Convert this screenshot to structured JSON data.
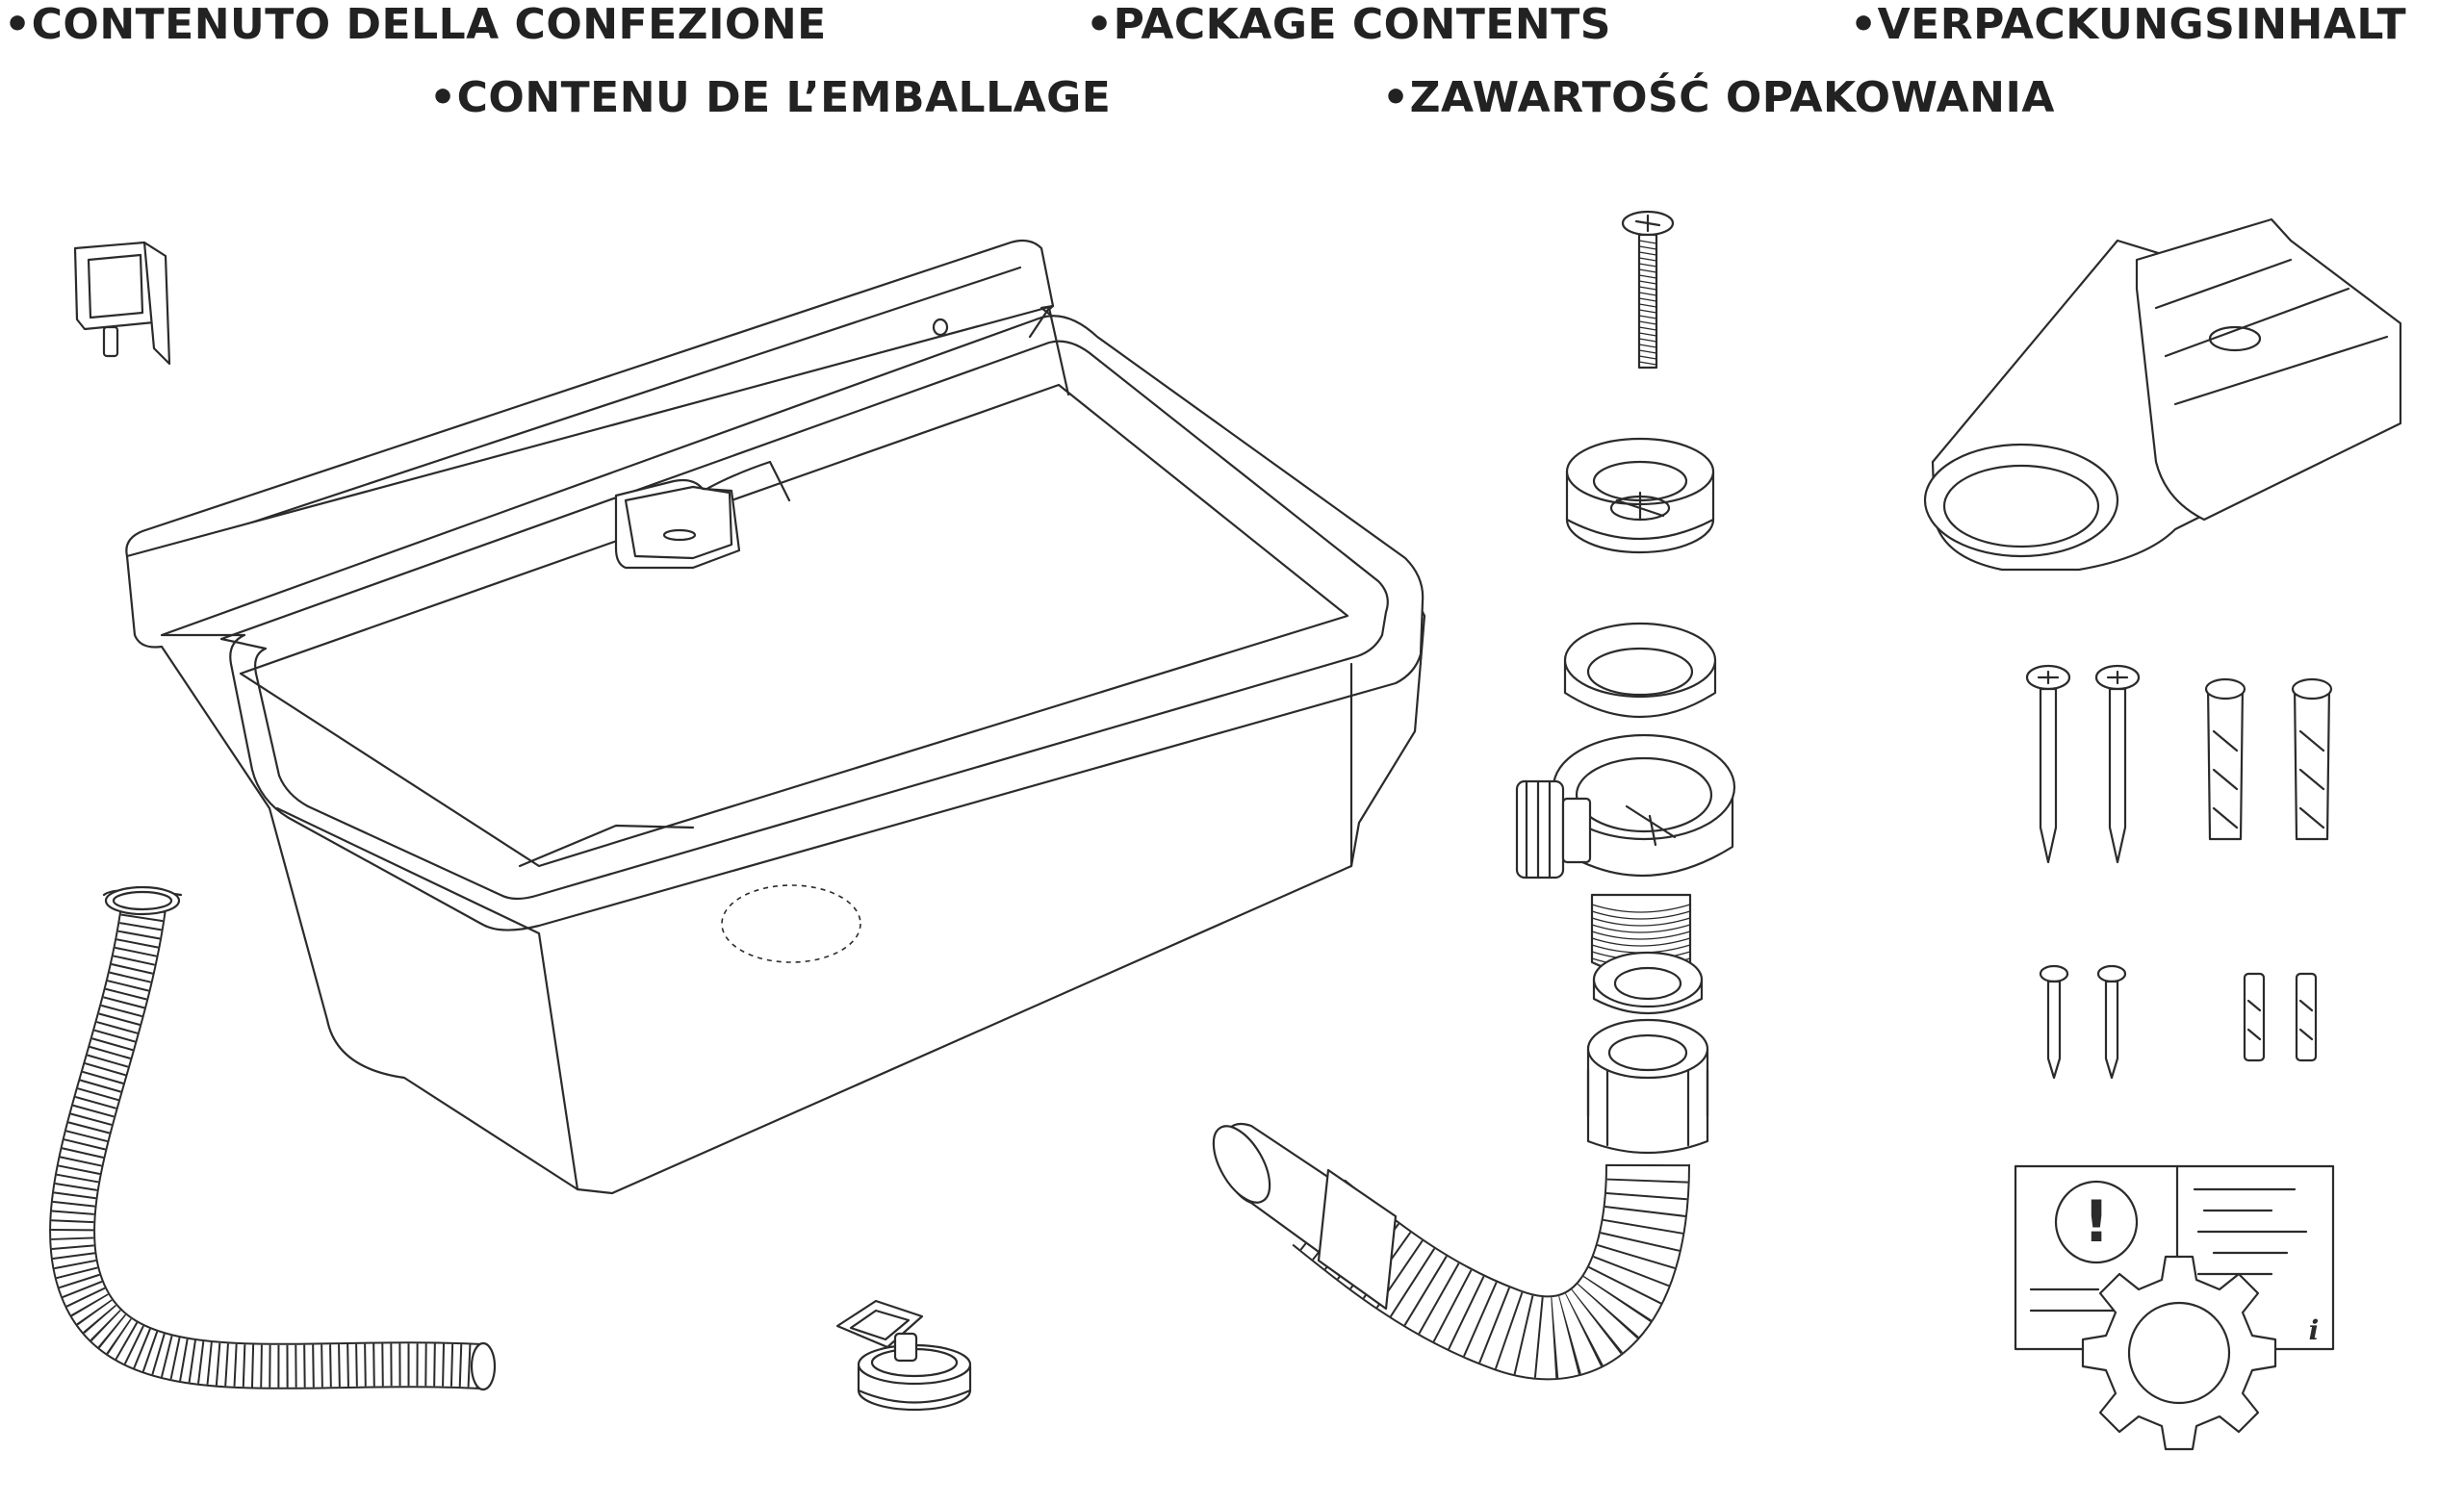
{
  "headings": [
    "•CONTENUTO DELLA CONFEZIONE",
    "•PACKAGE CONTENTS",
    "•VERPACKUNGSINHALT",
    "•CONTENU DE L’EMBALLAGE",
    "•ZAWARTOŚĆ OPAKOWANIA"
  ],
  "manual": {
    "warning_symbol": "!",
    "info_symbol": "i"
  },
  "colors": {
    "line": "#2b2b2b",
    "text": "#222222",
    "background": "#ffffff"
  }
}
